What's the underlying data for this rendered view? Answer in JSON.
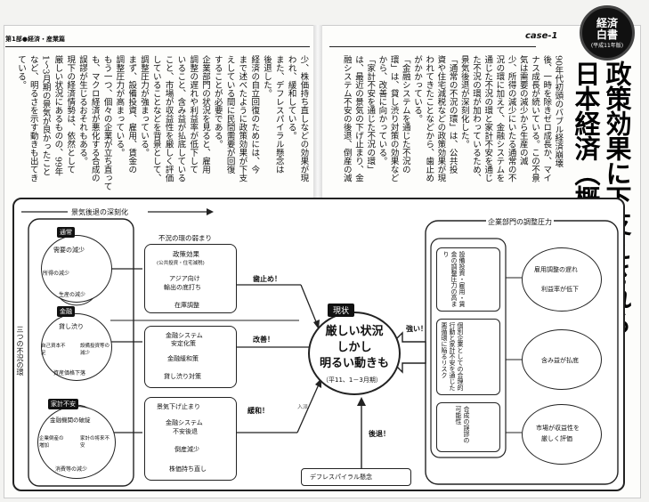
{
  "header": {
    "left": "第1部●経済・産業篇",
    "right": "case-1"
  },
  "badge": {
    "line1": "経済",
    "line2": "白書",
    "sub": "(平成11年版)"
  },
  "title": {
    "line1": "政策効果に下支えされる",
    "line2": "日本経済（概観）"
  },
  "body": {
    "right_page_cols": [
      "90年代初頭のバブル経済崩壊",
      "後、一時を除きゼロ成長か、マイ",
      "ナス成長が続いている。この不景",
      "気は需要の減少から生産の減",
      "少、所得の減少にいたる通常の不",
      "況の環に加えて、金融システムを",
      "通じた不況の環と家計不安を通じ",
      "た不況の環が加わっているため、",
      "景気後退が深刻化した。",
      "「通常の不況の環」は、公共投",
      "資や住宅減税などの政策効果が現",
      "われてきたことなどから、歯止め",
      "がかかっている。",
      "「金融システムを通じた不況の",
      "環」は、貸し渋り対策の効果など",
      "から、改善に向かっている。",
      "「家計不安を通じた不況の環」",
      "は、最近の景気の下げ止まり、金",
      "融システム不安の後退、倒産の減"
    ],
    "left_page_cols": [
      "少、株価持ち直しなどの効果が現",
      "われ、緩和している。",
      "また、デフレスパイラル懸念は",
      "後退した。",
      "経済の自立回復のためには、今",
      "まで述べたように政策効果が下支",
      "えしている間に民間需要が回復",
      "することが必要である。",
      "企業部門の状況を見ると、雇用",
      "調整の遅れや利益率が低下して",
      "いること、含み益が払底している",
      "こと、市場が収益性を厳しく評価",
      "していることなどを背景として、",
      "調整圧力が強まっている。",
      "まず、設備投資、雇用、賃金の",
      "調整圧力が高まっている。",
      "もう一つ、個々の企業が立ち直って",
      "も、マクロ経済が悪化する合成の",
      "誤謬が生じるおそれもある。",
      "現下の経済情勢は、依然として",
      "厳しい状況にあるものの、99年",
      "1～3月期の景気が良かったこと",
      "など、明るさを示す動きも出てき",
      "ている。"
    ]
  },
  "diagram": {
    "left_header": "景気後退の深刻化",
    "vertical_label": "三つの不況の環",
    "rings": [
      {
        "tag": "通常",
        "top": "需要の減少",
        "left": "所得の減少",
        "right": "",
        "bottom": "生産の減少"
      },
      {
        "tag": "金融",
        "top": "貸し渋り",
        "left": "自己資本不足",
        "right": "設備投資等の減少",
        "bottom": "資産価格下落"
      },
      {
        "tag": "家計不安",
        "top": "金融機関の破綻",
        "left": "企業倒産の増加",
        "right": "家計の将来不安",
        "bottom": "消費等の減少"
      }
    ],
    "mid_header": "不況の環の弱まり",
    "policy_box1": {
      "title": "政策効果",
      "sub": "(公共投資・住宅減税)",
      "item2": "アジア向け",
      "item3": "輸出の底打ち",
      "item4": "在庫調整"
    },
    "policy_box2": {
      "line1": "金融システム",
      "line2": "安定化策",
      "item2": "金融緩和策",
      "item3": "貸し渋り対策"
    },
    "policy_box3": {
      "title": "景気下げ止まり",
      "item2": "金融システム",
      "item3": "不安後退",
      "item4": "倒産減少",
      "item5": "株価持ち直し"
    },
    "arrow1": "歯止め！",
    "arrow2": "改善！",
    "arrow3": "緩和！",
    "arrow_right": "強い！",
    "arrow_bottom": "後退！",
    "center_tag": "現状",
    "center_line1": "厳しい状況",
    "center_line2": "しかし",
    "center_line3": "明るい動きも",
    "center_line4": "（平11、1－3月期）",
    "deflation": "デフレスパイラル懸念",
    "right_header": "企業部門の調整圧力",
    "right_left_box1": "設備投資・雇用・賃金の調整圧力の高まり",
    "right_left_box2": "個別企業としての合理的行動と家計不安を通じた悪循環に陥るリスク",
    "right_left_box3": "合成の誤謬の可能性",
    "right_circles": [
      {
        "line1": "雇用調整の遅れ",
        "line2": "利益率が低下"
      },
      {
        "line1": "含み益が払底",
        "line2": ""
      },
      {
        "line1": "市場が収益性を",
        "line2": "厳しく評価"
      }
    ],
    "stray_text": "入派"
  }
}
